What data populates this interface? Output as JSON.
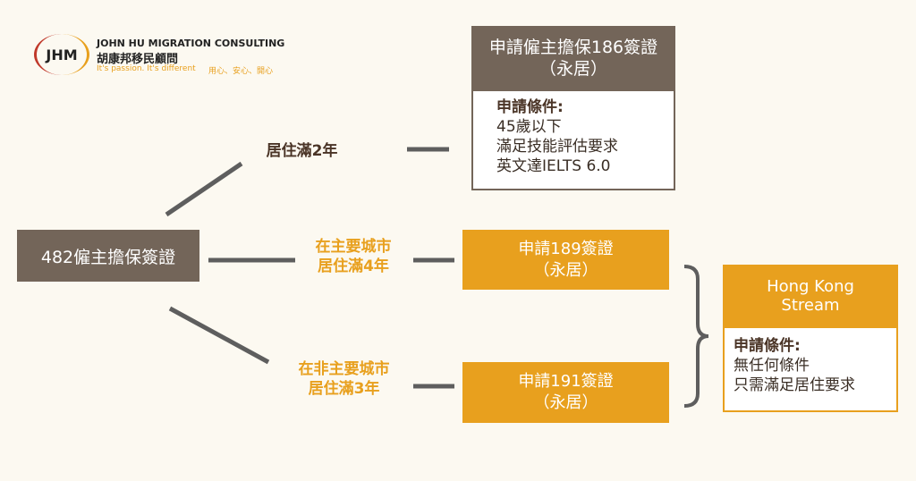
{
  "logo": {
    "mark": "JHM",
    "name_en": "JOHN HU MIGRATION CONSULTING",
    "name_zh": "胡康邦移民顧問",
    "slogan_en": "It's passion. It's different",
    "slogan_zh": "用心、安心、開心"
  },
  "start": {
    "label": "482僱主擔保簽證"
  },
  "branch1": {
    "condition": "居住滿2年",
    "visa_title": "申請僱主擔保186簽證",
    "visa_sub": "（永居）",
    "req_title": "申請條件:",
    "reqs": [
      "45歲以下",
      "滿足技能評估要求",
      "英文達IELTS 6.0"
    ]
  },
  "branch2": {
    "condition_l1": "在主要城市",
    "condition_l2": "居住滿4年",
    "visa_title": "申請189簽證",
    "visa_sub": "（永居）"
  },
  "branch3": {
    "condition_l1": "在非主要城市",
    "condition_l2": "居住滿3年",
    "visa_title": "申請191簽證",
    "visa_sub": "（永居）"
  },
  "hk": {
    "title_l1": "Hong Kong",
    "title_l2": "Stream",
    "req_title": "申請條件:",
    "reqs": [
      "無任何條件",
      "只需滿足居住要求"
    ]
  },
  "colors": {
    "brown": "#736559",
    "orange": "#e8a01e",
    "background": "#fcf9f1"
  }
}
